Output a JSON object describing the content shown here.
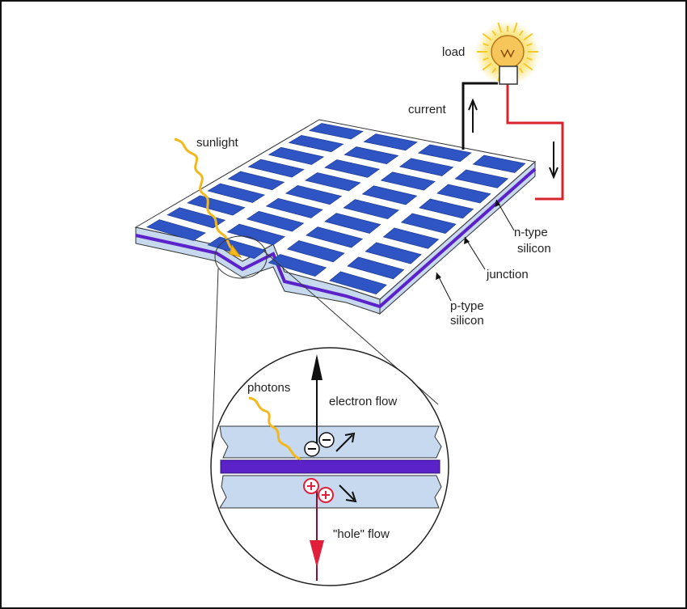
{
  "labels": {
    "load": "load",
    "current": "current",
    "sunlight": "sunlight",
    "n_type_line1": "n-type",
    "n_type_line2": "silicon",
    "junction": "junction",
    "p_type_line1": "p-type",
    "p_type_line2": "silicon",
    "photons": "photons",
    "electron_flow": "electron flow",
    "hole_flow": "\"hole\" flow"
  },
  "colors": {
    "cell_blue": "#2f55c4",
    "grid_white": "#ffffff",
    "silicon_light": "#c6d9ee",
    "junction_purple": "#5a22c8",
    "wire_red": "#d8232c",
    "wire_black": "#111111",
    "sunlight_yellow": "#f2b81c",
    "bulb_glow": "#f9e27a",
    "hole_red": "#e0203a"
  },
  "icons": {
    "bulb": "light-bulb-icon",
    "electron": "minus-circle-icon",
    "hole": "plus-circle-icon"
  },
  "charges": {
    "electron_symbol": "−",
    "hole_symbol": "+"
  }
}
